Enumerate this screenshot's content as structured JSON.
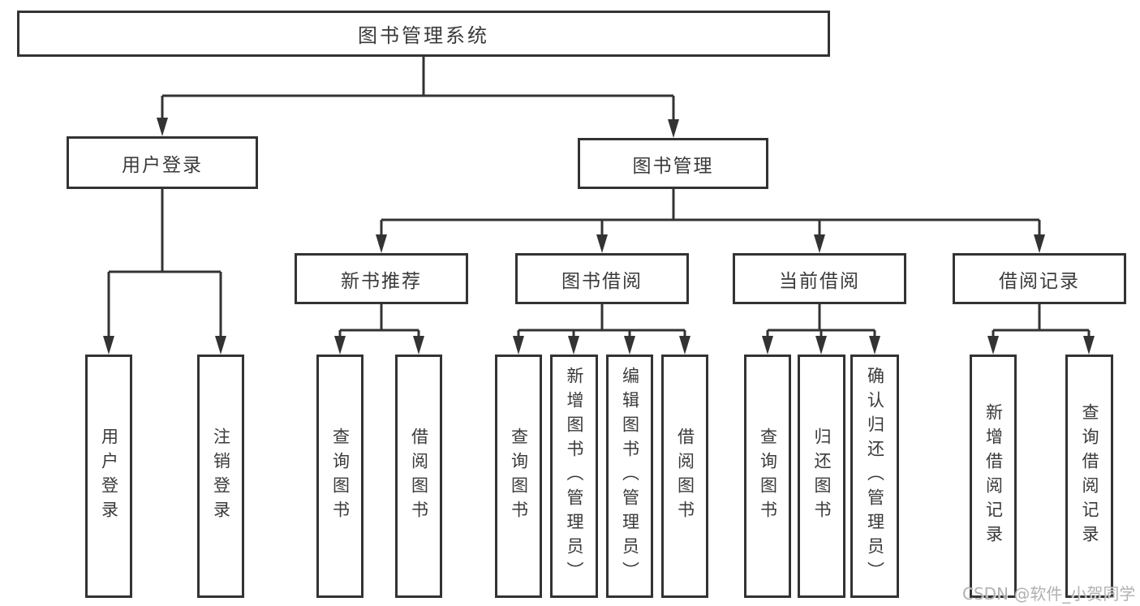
{
  "diagram_title": "图书管理系统",
  "nodes": {
    "root": "图书管理系统",
    "user_login": "用户登录",
    "book_mgmt": "图书管理",
    "sections": [
      "新书推荐",
      "图书借阅",
      "当前借阅",
      "借阅记录"
    ],
    "leaves": {
      "a1": "用户登录",
      "a2": "注销登录",
      "b1": "查询图书",
      "b2": "借阅图书",
      "c1": "查询图书",
      "c2": "新增图书（管理员）",
      "c3": "编辑图书（管理员）",
      "c4": "借阅图书",
      "d1": "查询图书",
      "d2": "归还图书",
      "d3": "确认归还（管理员）",
      "e1": "新增借阅记录",
      "e2": "查询借阅记录"
    }
  },
  "watermark": "CSDN @软件_小贺同学",
  "colors": {
    "line": "#333333",
    "text": "#3a3a3a",
    "background": "#ffffff",
    "watermark": "#a8a8a8"
  }
}
